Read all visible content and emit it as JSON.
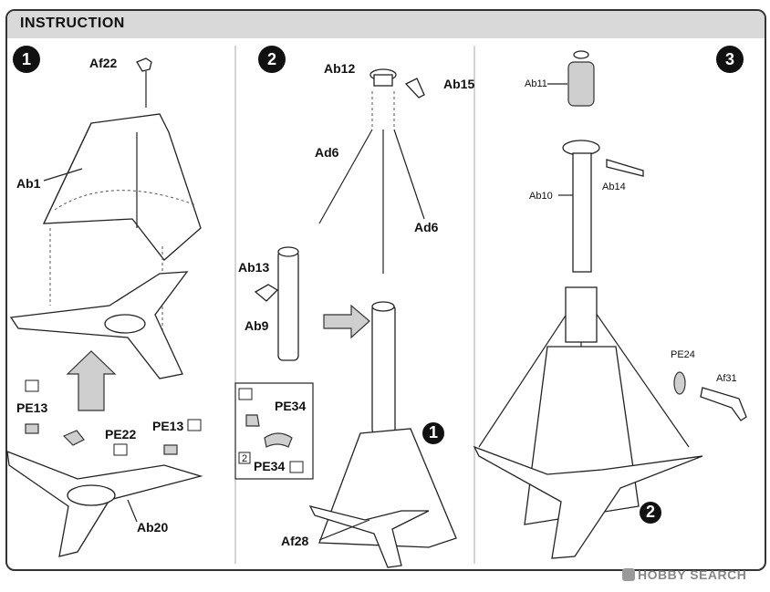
{
  "header": {
    "title": "INSTRUCTION"
  },
  "steps": [
    {
      "number": "1"
    },
    {
      "number": "2"
    },
    {
      "number": "3"
    }
  ],
  "step1": {
    "labels": {
      "af22": "Af22",
      "ab1": "Ab1",
      "pe13_left": "PE13",
      "pe22": "PE22",
      "pe13_right": "PE13",
      "ab20": "Ab20"
    }
  },
  "step2": {
    "labels": {
      "ab12": "Ab12",
      "ab15": "Ab15",
      "ad6_left": "Ad6",
      "ad6_right": "Ad6",
      "ab13": "Ab13",
      "ab9": "Ab9",
      "pe34_top": "PE34",
      "pe34_bottom": "PE34",
      "af28": "Af28",
      "ref_step": "1",
      "bend_step": "2"
    }
  },
  "step3": {
    "labels": {
      "ab11": "Ab11",
      "ab10": "Ab10",
      "ab14": "Ab14",
      "pe24": "PE24",
      "af31": "Af31",
      "ref_step": "2"
    }
  },
  "watermark": {
    "text": "HOBBY SEARCH"
  }
}
